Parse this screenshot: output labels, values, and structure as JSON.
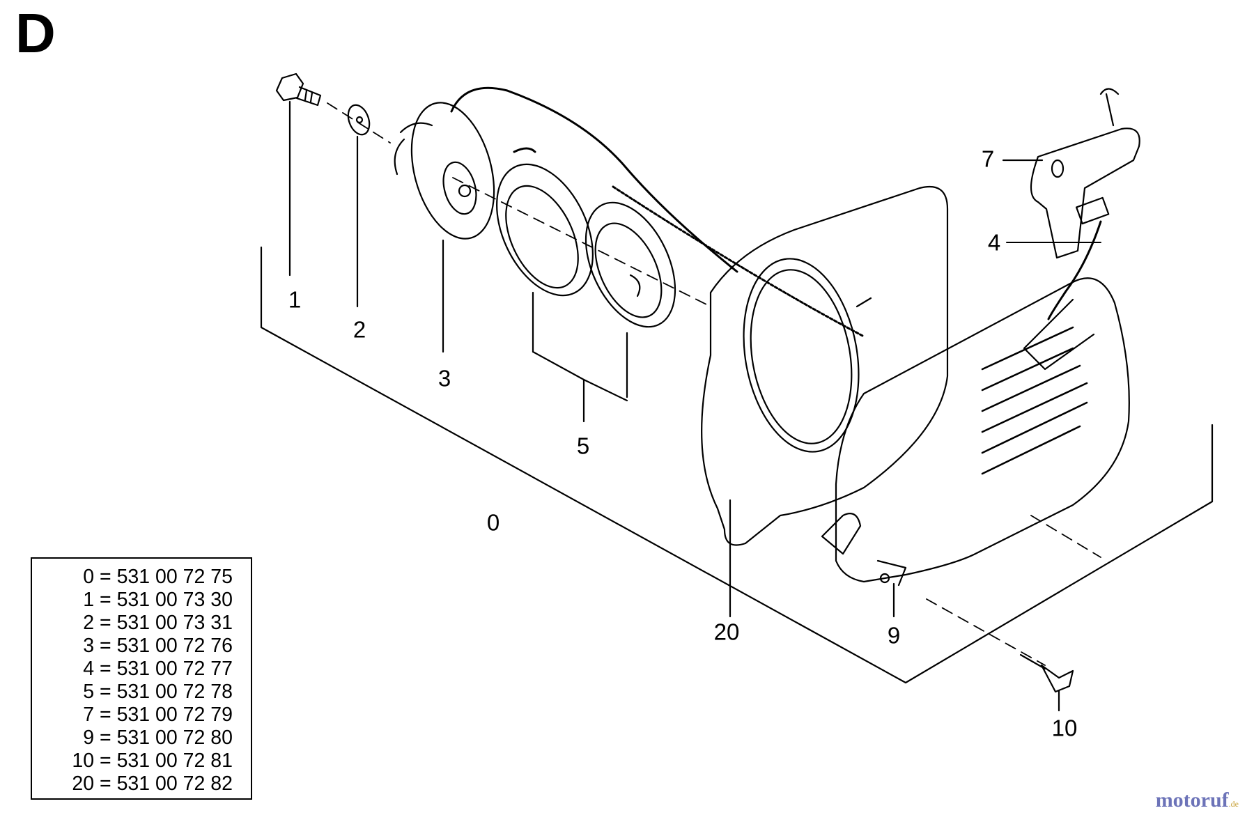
{
  "sheet_letter": "D",
  "callouts": [
    "1",
    "2",
    "3",
    "5",
    "0",
    "20",
    "7",
    "4",
    "9",
    "10"
  ],
  "legend": [
    "0 = 531 00 72 75",
    "1 = 531 00 73 30",
    "2 = 531 00 73 31",
    "3 = 531 00 72 76",
    "4 = 531 00 72 77",
    "5 = 531 00 72 78",
    "7 = 531 00 72 79",
    "9 = 531 00 72 80",
    "10 = 531 00 72 81",
    "20 = 531 00 72 82"
  ],
  "watermark": {
    "main": "motoruf",
    "suffix": ".de"
  }
}
